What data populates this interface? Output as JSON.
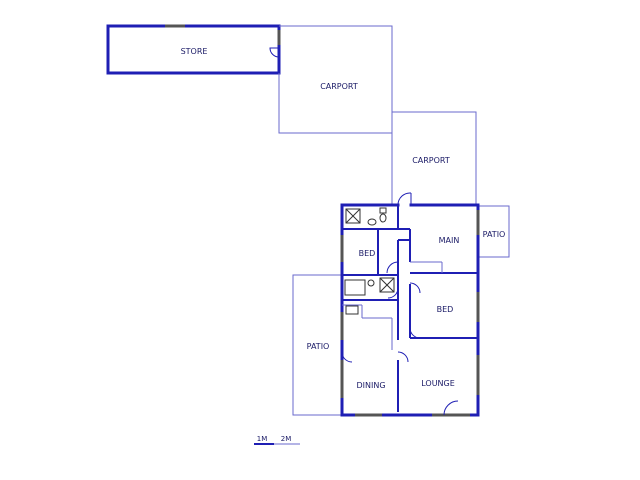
{
  "rooms": {
    "store": "STORE",
    "carport_top": "CARPORT",
    "carport_right": "CARPORT",
    "bed_left": "BED",
    "main": "MAIN",
    "patio_right": "PATIO",
    "bed_mid": "BED",
    "patio_left": "PATIO",
    "dining": "DINING",
    "lounge": "LOUNGE"
  },
  "scale": {
    "label_1m": "1M",
    "label_2m": "2M"
  },
  "colors": {
    "wall": "#1f1fb4",
    "window": "#555555"
  }
}
